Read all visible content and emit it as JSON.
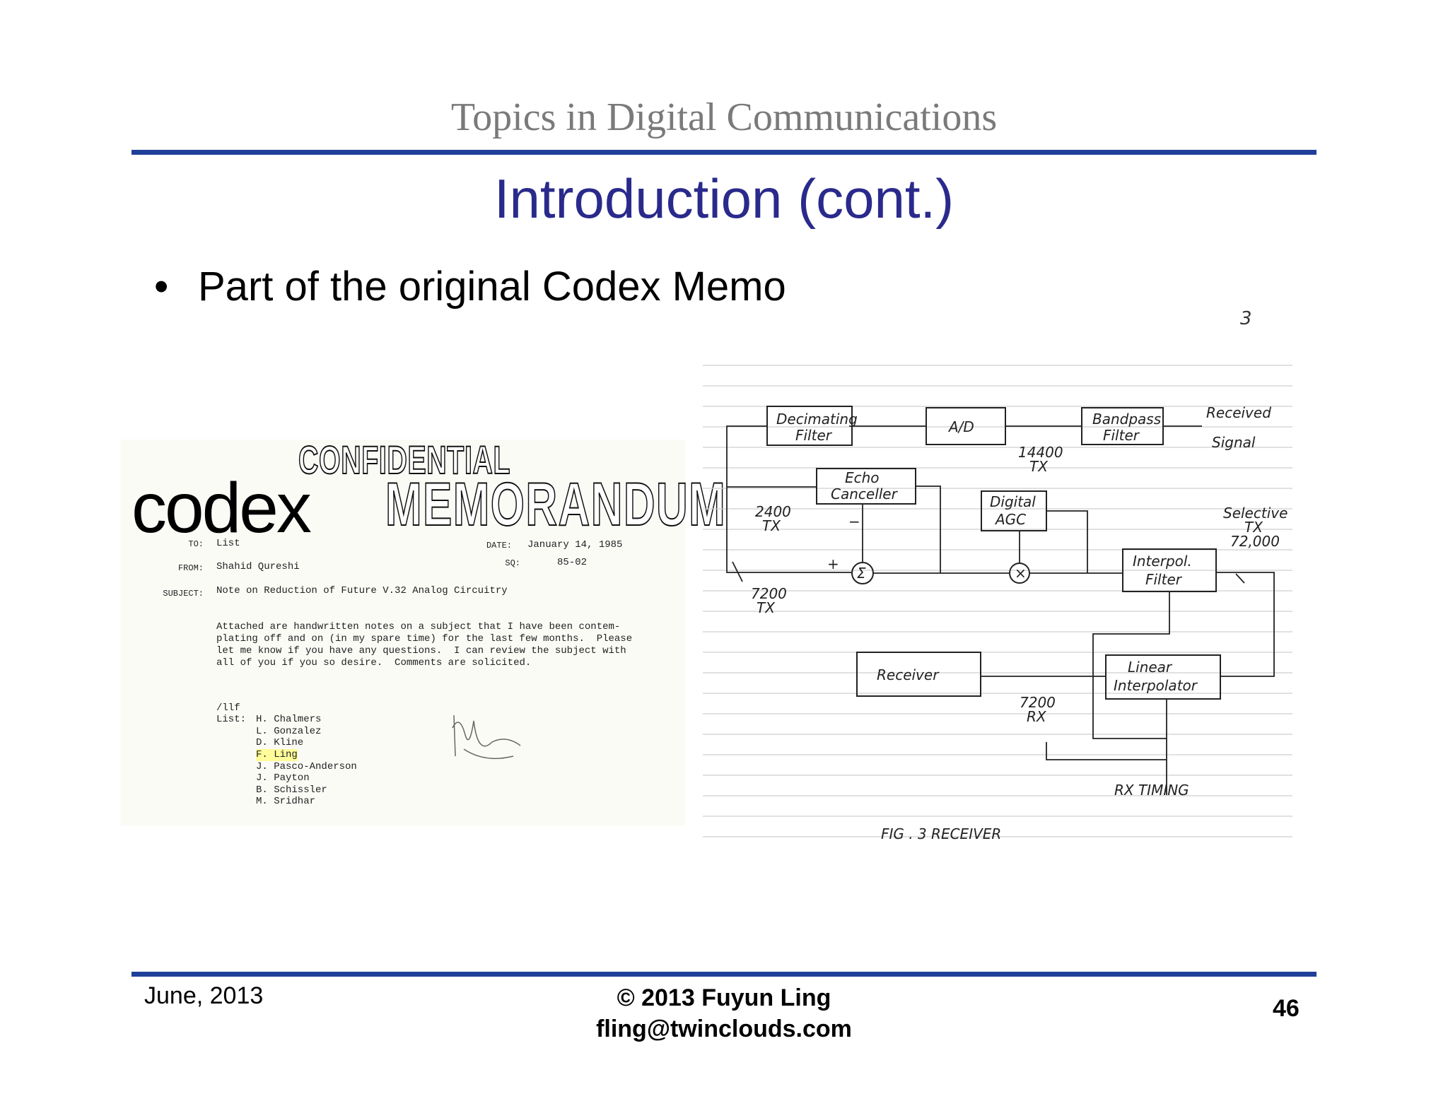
{
  "header": {
    "course_title": "Topics in Digital Communications"
  },
  "slide": {
    "title": "Introduction (cont.)",
    "bullet": "Part of the original Codex Memo",
    "page_corner_mark": "3"
  },
  "memo": {
    "logo": "codex",
    "stamp_top": "CONFIDENTIAL",
    "stamp_bottom": "MEMORANDUM",
    "to_label": "TO:",
    "to": "List",
    "from_label": "FROM:",
    "from": "Shahid Qureshi",
    "subject_label": "SUBJECT:",
    "subject": "Note on Reduction of Future V.32 Analog Circuitry",
    "date_label": "DATE:",
    "date": "January 14, 1985",
    "sq_label": "SQ:",
    "sq": "85-02",
    "body": [
      "Attached are handwritten notes on a subject that I have been contem-",
      "plating off and on (in my spare time) for the last few months.  Please",
      "let me know if you have any questions.  I can review the subject with",
      "all of you if you so desire.  Comments are solicited."
    ],
    "initials": "/llf",
    "list_label": "List:",
    "list": [
      "H. Chalmers",
      "L. Gonzalez",
      "D. Kline",
      "F. Ling",
      "J. Pasco-Anderson",
      "J. Payton",
      "B. Schissler",
      "M. Sridhar"
    ],
    "highlight_color": "#fffc9a"
  },
  "diagram": {
    "blocks": {
      "decimating_filter": [
        "Decimating",
        "Filter"
      ],
      "ad": "A/D",
      "bandpass_filter": [
        "Bandpass",
        "Filter"
      ],
      "echo_canceller": [
        "Echo",
        "Canceller"
      ],
      "digital_agc": [
        "Digital",
        "AGC"
      ],
      "interpol_filter": [
        "Interpol.",
        "Filter"
      ],
      "receiver": "Receiver",
      "linear_interpolator": [
        "Linear",
        "Interpolator"
      ]
    },
    "labels": {
      "received_signal": [
        "Received",
        "Signal"
      ],
      "rate_14400": [
        "14400",
        "TX"
      ],
      "rate_2400": [
        "2400",
        "TX"
      ],
      "rate_7200_tx": [
        "7200",
        "TX"
      ],
      "selective": [
        "Selective",
        "TX",
        "72,000"
      ],
      "rate_7200_rx": [
        "7200",
        "RX"
      ],
      "rx_timing": "RX  TIMING",
      "fig_caption": "FIG . 3   RECEIVER",
      "sum_symbol": "Σ",
      "mult_symbol": "×",
      "plus": "+",
      "minus": "−"
    }
  },
  "footer": {
    "date": "June, 2013",
    "copyright": "© 2013 Fuyun Ling",
    "email": "fling@twinclouds.com",
    "page": "46"
  },
  "colors": {
    "rule_blue": "#1f3f99",
    "title_navy": "#2a2a8c",
    "header_gray": "#7a7a7a"
  }
}
